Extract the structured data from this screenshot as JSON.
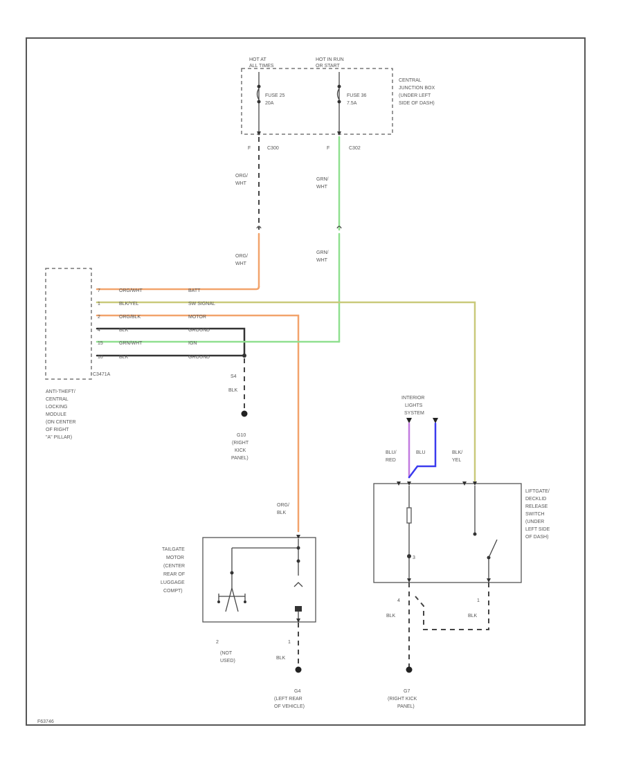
{
  "fuse_box": {
    "feed_left": [
      "HOT AT",
      "ALL TIMES"
    ],
    "feed_right": [
      "HOT IN RUN",
      "OR START"
    ],
    "fuse_left": [
      "FUSE 25",
      "20A"
    ],
    "fuse_right": [
      "FUSE 36",
      "7.5A"
    ],
    "label": [
      "CENTRAL",
      "JUNCTION BOX",
      "(UNDER LEFT",
      "SIDE OF DASH)"
    ],
    "pin_left": "F",
    "pin_right": "F",
    "conn_left": "C300",
    "conn_right": "C302"
  },
  "wires": {
    "upper_left": [
      "ORG/",
      "WHT"
    ],
    "upper_right": [
      "GRN/",
      "WHT"
    ],
    "lower_left": [
      "ORG/",
      "WHT"
    ],
    "lower_right": [
      "GRN/",
      "WHT"
    ]
  },
  "module": {
    "connector": "C3471A",
    "label": [
      "ANTI-THEFT/",
      "CENTRAL",
      "LOCKING",
      "MODULE",
      "(ON CENTER",
      "OF RIGHT",
      "\"A\" PILLAR)"
    ],
    "pins": [
      {
        "pin": "7",
        "color": "ORG/WHT",
        "function": "BATT"
      },
      {
        "pin": "1",
        "color": "BLK/YEL",
        "function": "SW SIGNAL"
      },
      {
        "pin": "2",
        "color": "ORG/BLK",
        "function": "MOTOR"
      },
      {
        "pin": "4",
        "color": "BLK",
        "function": "GROUND"
      },
      {
        "pin": "15",
        "color": "GRN/WHT",
        "function": "IGN"
      },
      {
        "pin": "10",
        "color": "BLK",
        "function": "GROUND"
      }
    ]
  },
  "ground_g10": {
    "splice": "S4",
    "wire": "BLK",
    "label": [
      "G10",
      "(RIGHT",
      "KICK",
      "PANEL)"
    ]
  },
  "interior_lights": {
    "label": [
      "INTERIOR",
      "LIGHTS",
      "SYSTEM"
    ],
    "wire_a": [
      "BLU/",
      "RED"
    ],
    "wire_b": "BLU",
    "wire_c": [
      "BLK/",
      "YEL"
    ]
  },
  "liftgate_switch": {
    "label": [
      "LIFTGATE/",
      "DECKLID",
      "RELEASE",
      "SWITCH",
      "(UNDER",
      "LEFT SIDE",
      "OF DASH)"
    ],
    "pin_left": "4",
    "pin_right": "1",
    "wire_left": "BLK",
    "wire_right": "BLK",
    "inner_pin": "3"
  },
  "tailgate_motor": {
    "wire_in": [
      "ORG/",
      "BLK"
    ],
    "label": [
      "TAILGATE",
      "MOTOR",
      "(CENTER",
      "REAR OF",
      "LUGGAGE",
      "COMPT)"
    ],
    "pin_left": "2",
    "pin_right": "1",
    "unused": [
      "(NOT",
      "USED)"
    ],
    "wire_out": "BLK"
  },
  "ground_g4": {
    "label": [
      "G4",
      "(LEFT REAR",
      "OF VEHICLE)"
    ]
  },
  "ground_g7": {
    "label": [
      "G7",
      "(RIGHT KICK",
      "PANEL)"
    ]
  },
  "footer": "F63746",
  "colors": {
    "org_wht": "#f2a36b",
    "grn_wht": "#8fe08f",
    "blk_yel": "#c9c97a",
    "org_blk": "#f2a36b",
    "blk": "#333333",
    "blu": "#3a3aee",
    "blu_red": "#c27ae0"
  }
}
